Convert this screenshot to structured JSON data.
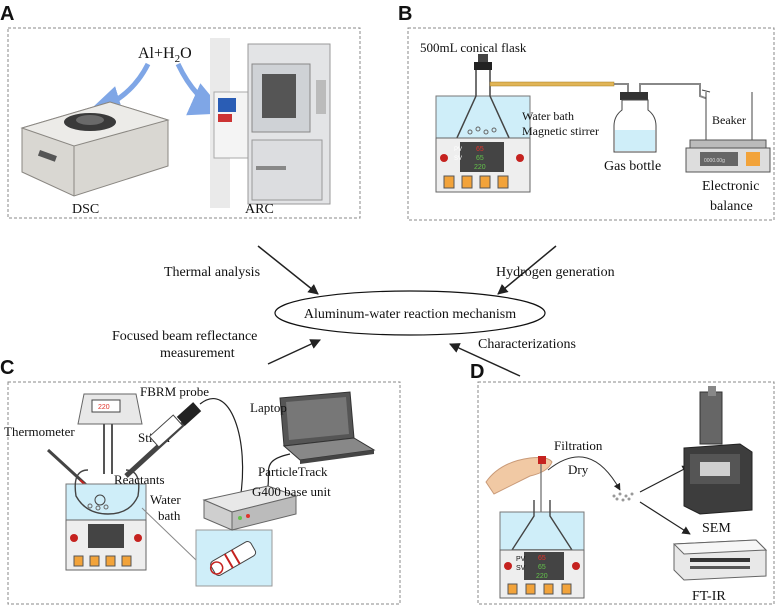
{
  "panels": {
    "A": {
      "letter": "A",
      "reaction": "Al+H",
      "reaction_sub": "2",
      "reaction_tail": "O",
      "left_instrument": "DSC",
      "right_instrument": "ARC"
    },
    "B": {
      "letter": "B",
      "flask": "500mL conical flask",
      "water_bath": "Water bath",
      "stirrer": "Magnetic stirrer",
      "gas_bottle": "Gas bottle",
      "beaker": "Beaker",
      "balance_line1": "Electronic",
      "balance_line2": "balance",
      "balance_display": "0000.00g",
      "pv": "PV",
      "sv": "SV",
      "pv_val": "65",
      "sv_val": "65",
      "rpm_val": "220"
    },
    "C": {
      "letter": "C",
      "fbrm": "FBRM probe",
      "thermometer": "Thermometer",
      "stirrer": "Stirrer",
      "reactants": "Reactants",
      "water_bath_line1": "Water",
      "water_bath_line2": "bath",
      "laptop": "Laptop",
      "base_line1": "ParticleTrack",
      "base_line2": "G400 base unit",
      "stirrer_display": "220"
    },
    "D": {
      "letter": "D",
      "filtration": "Filtration",
      "dry": "Dry",
      "sem": "SEM",
      "ftir": "FT-IR",
      "pv": "PV",
      "sv": "SV",
      "pv_val": "65",
      "sv_val": "65",
      "rpm_val": "220"
    }
  },
  "center": {
    "mechanism": "Aluminum-water reaction mechanism",
    "thermal": "Thermal analysis",
    "hydrogen": "Hydrogen generation",
    "fbrm_line1": "Focused beam reflectance",
    "fbrm_line2": "measurement",
    "characterizations": "Characterizations"
  },
  "colors": {
    "water": "#cfeef9",
    "arrow_blue": "#7fa6e6",
    "display_red": "#e0332b",
    "display_green": "#63c24a",
    "button_orange": "#f2a33a",
    "button_red": "#c5221f"
  }
}
